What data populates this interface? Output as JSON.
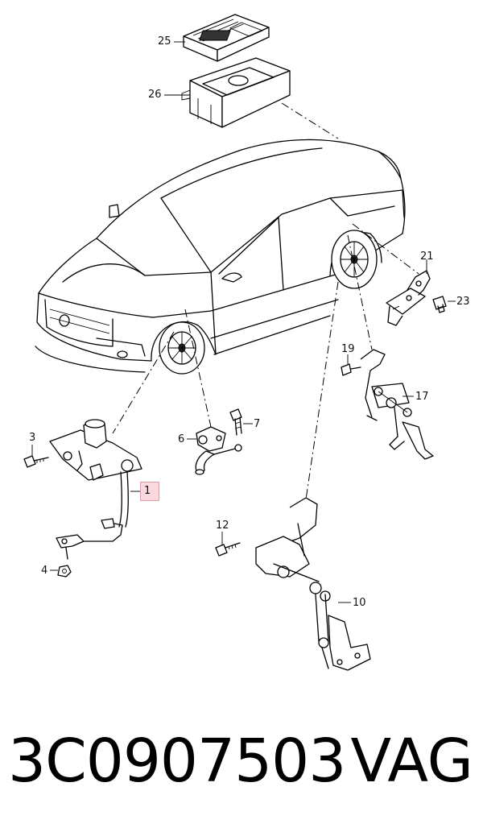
{
  "diagram": {
    "callouts": {
      "c25": "25",
      "c26": "26",
      "c21": "21",
      "c23": "23",
      "c19": "19",
      "c17": "17",
      "c3": "3",
      "c7": "7",
      "c6": "6",
      "c1": "1",
      "c4": "4",
      "c12": "12",
      "c10": "10"
    },
    "highlighted_callout": "1"
  },
  "footer": {
    "part_number": "3C0907503",
    "brand": "VAG"
  }
}
